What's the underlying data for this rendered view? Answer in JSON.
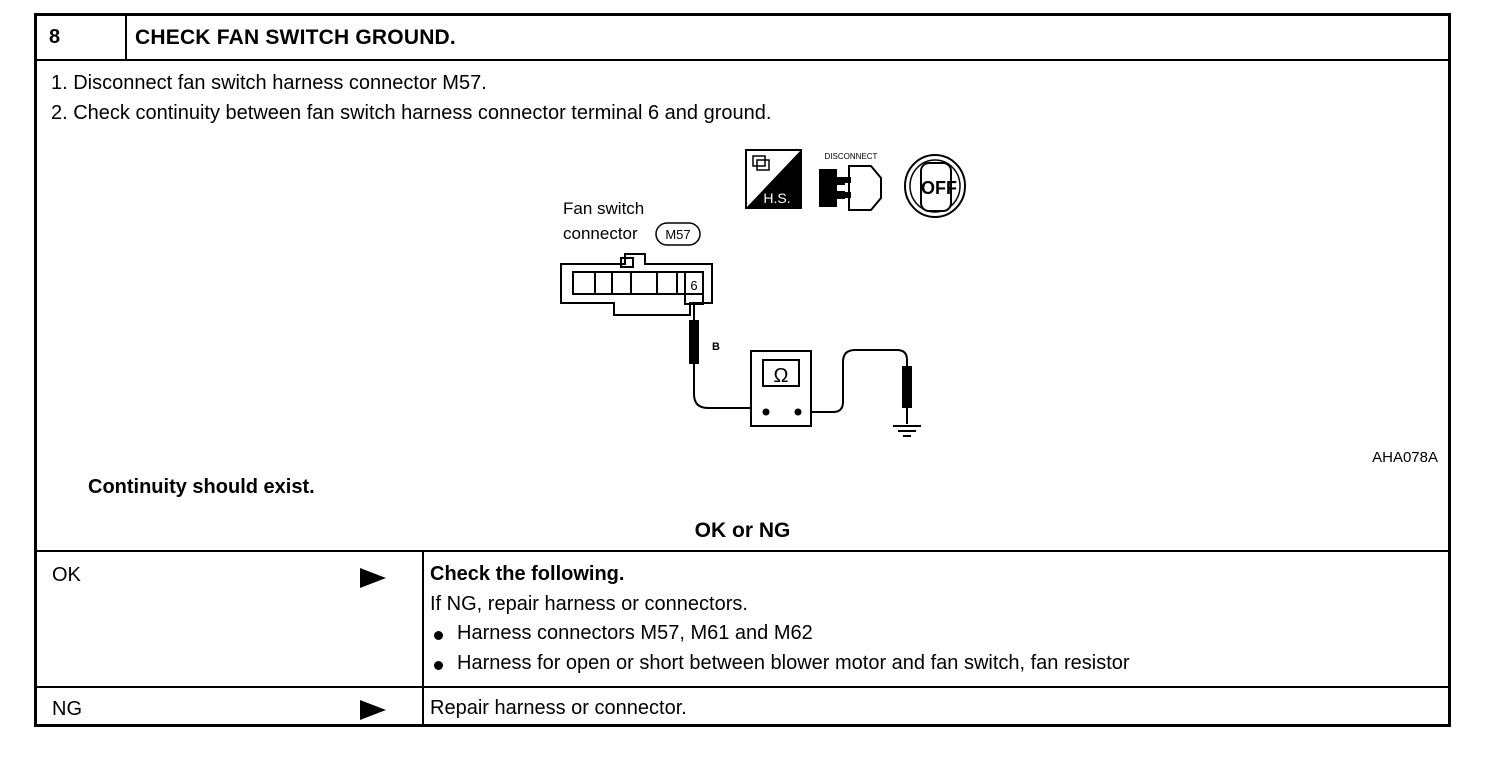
{
  "header": {
    "number": "8",
    "title": "CHECK FAN SWITCH GROUND."
  },
  "steps": [
    "1.  Disconnect fan switch harness connector M57.",
    "2.  Check continuity between fan switch harness connector terminal 6 and ground."
  ],
  "figure": {
    "icon_hs_label": "H.S.",
    "icon_disconnect_label": "DISCONNECT",
    "icon_key_label": "OFF",
    "connector_label_1": "Fan switch",
    "connector_label_2": "connector",
    "connector_id": "M57",
    "terminal": "6",
    "probe_mark": "B",
    "meter_symbol": "Ω",
    "figure_code": "AHA078A"
  },
  "note": "Continuity should exist.",
  "decision": "OK or NG",
  "results": [
    {
      "label": "OK",
      "title": "Check the following.",
      "lines": [
        "If NG, repair harness or connectors."
      ],
      "bullets": [
        "Harness connectors M57, M61 and M62",
        "Harness for open or short between blower motor and fan switch, fan resistor"
      ]
    },
    {
      "label": "NG",
      "text": "Repair harness or connector."
    }
  ]
}
